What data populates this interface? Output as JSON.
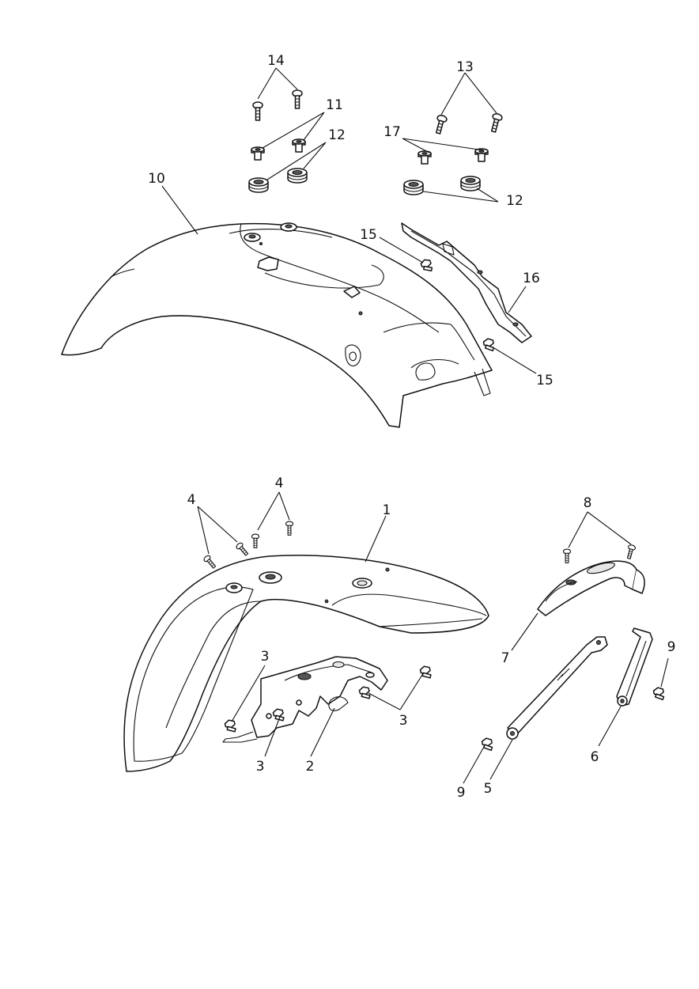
{
  "labels": {
    "l14": "14",
    "l13": "13",
    "l11": "11",
    "l12a": "12",
    "l17": "17",
    "l12b": "12",
    "l10": "10",
    "l15a": "15",
    "l16": "16",
    "l15b": "15",
    "l4a": "4",
    "l4b": "4",
    "l1": "1",
    "l8": "8",
    "l3a": "3",
    "l9a": "9",
    "l7": "7",
    "l3b": "3",
    "l3c": "3",
    "l2": "2",
    "l6": "6",
    "l9b": "9",
    "l5": "5"
  }
}
